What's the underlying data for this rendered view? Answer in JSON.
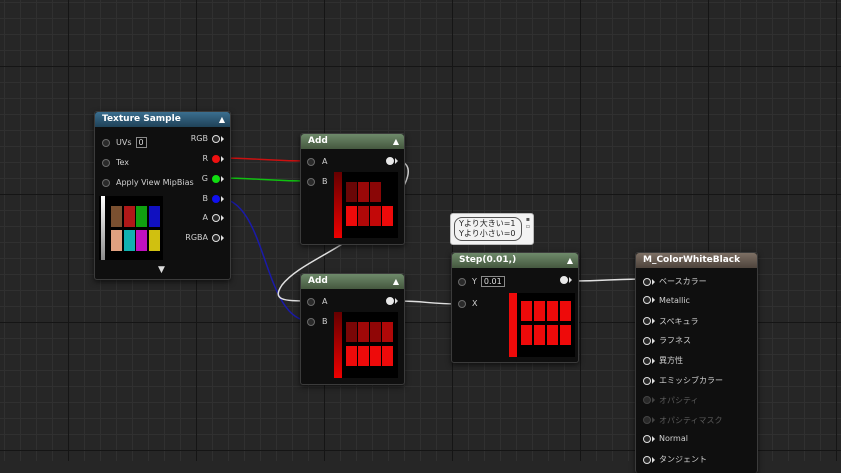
{
  "colors": {
    "pin_r": "#ee1111",
    "pin_g": "#11dd11",
    "pin_b": "#1111ee",
    "wire_white": "#e0e0e0",
    "wire_red": "#cc1010",
    "wire_green": "#10c010",
    "wire_blue": "#1a1aa8"
  },
  "texture_sample": {
    "title": "Texture Sample",
    "collapse_icon": "chevron-up-icon",
    "expand_icon": "chevron-down-icon",
    "inputs": [
      {
        "label": "UVs",
        "value": "0"
      },
      {
        "label": "Tex"
      },
      {
        "label": "Apply View MipBias"
      }
    ],
    "outputs": [
      "RGB",
      "R",
      "G",
      "B",
      "A",
      "RGBA"
    ],
    "swatch_colors": [
      "#7a5030",
      "#b01818",
      "#10a010",
      "#1010c0",
      "#e0a080",
      "#10b0b0",
      "#c010c0",
      "#d0c010"
    ]
  },
  "add_1": {
    "title": "Add",
    "inputs": [
      "A",
      "B"
    ]
  },
  "add_2": {
    "title": "Add",
    "inputs": [
      "A",
      "B"
    ]
  },
  "comment": {
    "lines": [
      "Yより大きい=1",
      "Yより小さい=0"
    ]
  },
  "step": {
    "title": "Step(0.01,)",
    "inputs": [
      {
        "label": "Y",
        "value": "0.01"
      },
      {
        "label": "X"
      }
    ]
  },
  "material": {
    "title": "M_ColorWhiteBlack",
    "pins": [
      {
        "label": "ベースカラー",
        "enabled": true
      },
      {
        "label": "Metallic",
        "enabled": true
      },
      {
        "label": "スペキュラ",
        "enabled": true
      },
      {
        "label": "ラフネス",
        "enabled": true
      },
      {
        "label": "異方性",
        "enabled": true
      },
      {
        "label": "エミッシブカラー",
        "enabled": true
      },
      {
        "label": "オパシティ",
        "enabled": false
      },
      {
        "label": "オパシティマスク",
        "enabled": false
      },
      {
        "label": "Normal",
        "enabled": true
      },
      {
        "label": "タンジェント",
        "enabled": true
      }
    ]
  }
}
